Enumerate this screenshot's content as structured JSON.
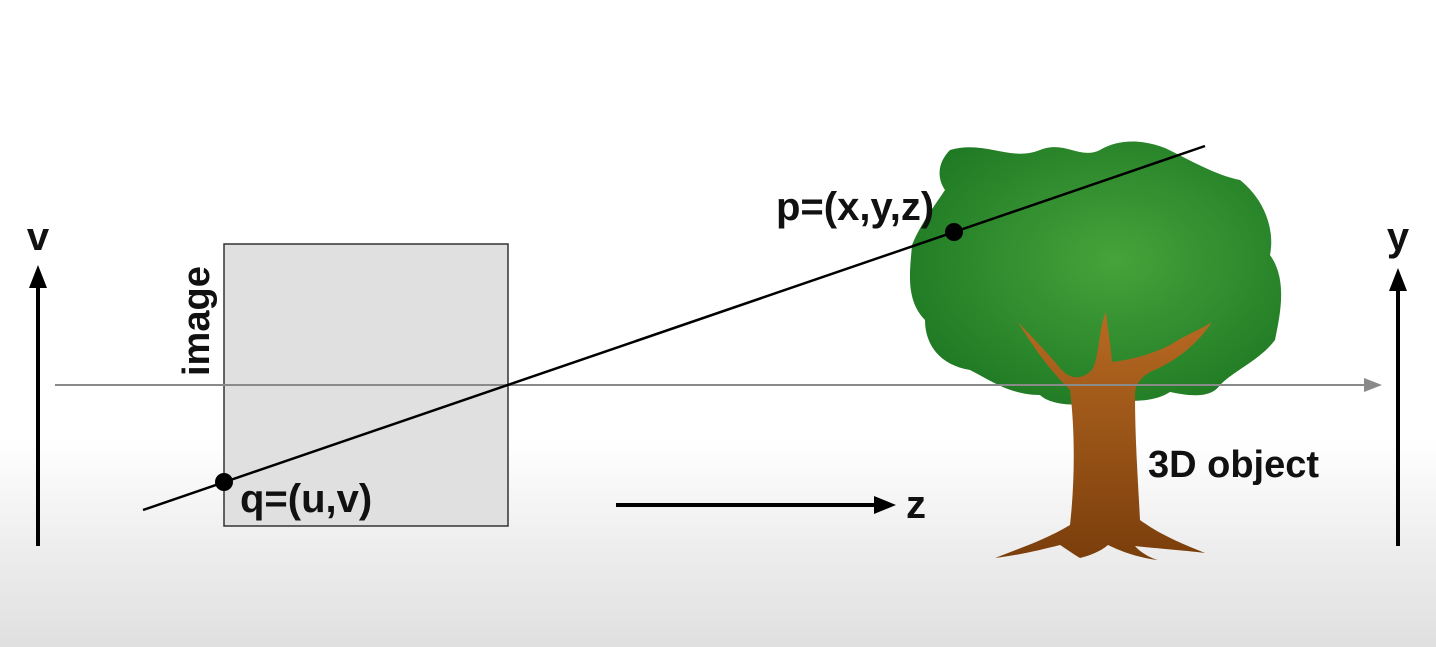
{
  "labels": {
    "v_axis": "v",
    "y_axis": "y",
    "z_axis": "z",
    "image_plane": "image",
    "point_q": "q=(u,v)",
    "point_p": "p=(x,y,z)",
    "object": "3D object"
  },
  "colors": {
    "image_plane_fill": "#e0e0e0",
    "foliage": "#1f7a24",
    "foliage_highlight": "#46a33a",
    "trunk": "#b0601a",
    "trunk_dark": "#7a3e0c",
    "optical_axis": "#8a8a8a",
    "ray": "#000000"
  }
}
